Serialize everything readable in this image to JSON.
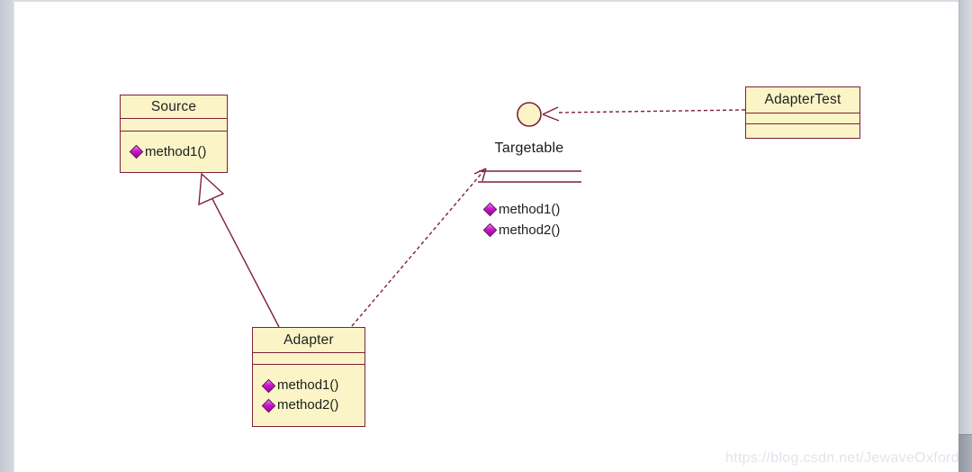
{
  "page": {
    "watermark": "https://blog.csdn.net/JewaveOxford"
  },
  "diagram": {
    "type": "uml-class-diagram",
    "pattern": "Adapter",
    "classes": [
      {
        "name": "Source",
        "methods": [
          "method1()"
        ]
      },
      {
        "name": "Adapter",
        "methods": [
          "method1()",
          "method2()"
        ]
      },
      {
        "name": "AdapterTest",
        "methods": []
      }
    ],
    "interface": {
      "name": "Targetable",
      "methods": [
        "method1()",
        "method2()"
      ]
    },
    "relationships": [
      {
        "type": "generalization",
        "from": "Adapter",
        "to": "Source",
        "style": "solid-line-hollow-triangle"
      },
      {
        "type": "realization",
        "from": "Adapter",
        "to": "Targetable",
        "style": "dashed-line-open-arrow"
      },
      {
        "type": "dependency",
        "from": "AdapterTest",
        "to": "Targetable",
        "style": "dashed-line-open-arrow"
      }
    ],
    "colors": {
      "box_fill": "#FAF4C6",
      "box_border": "#7E2138",
      "member_icon": "#CC14CC",
      "text": "#222222",
      "watermark": "#E3E4EB"
    }
  }
}
